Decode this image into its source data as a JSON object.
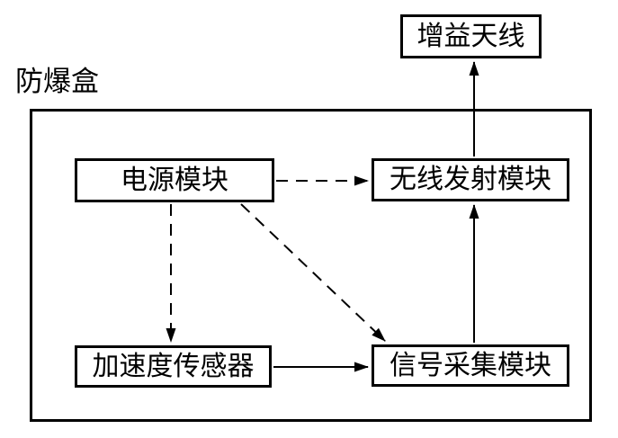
{
  "diagram": {
    "enclosure_label": "防爆盒",
    "nodes": {
      "antenna": "增益天线",
      "power": "电源模块",
      "wireless": "无线发射模块",
      "accel": "加速度传感器",
      "signal": "信号采集模块"
    },
    "edges": [
      {
        "from": "电源模块",
        "to": "无线发射模块",
        "style": "dashed",
        "direction": "right"
      },
      {
        "from": "电源模块",
        "to": "加速度传感器",
        "style": "dashed",
        "direction": "down"
      },
      {
        "from": "电源模块",
        "to": "信号采集模块",
        "style": "dashed",
        "direction": "diagonal-down-right"
      },
      {
        "from": "加速度传感器",
        "to": "信号采集模块",
        "style": "solid",
        "direction": "right"
      },
      {
        "from": "信号采集模块",
        "to": "无线发射模块",
        "style": "solid",
        "direction": "up"
      },
      {
        "from": "无线发射模块",
        "to": "增益天线",
        "style": "solid",
        "direction": "up"
      }
    ],
    "colors": {
      "line": "#000000",
      "background": "#ffffff",
      "box_fill": "#ffffff",
      "text": "#000000"
    }
  }
}
